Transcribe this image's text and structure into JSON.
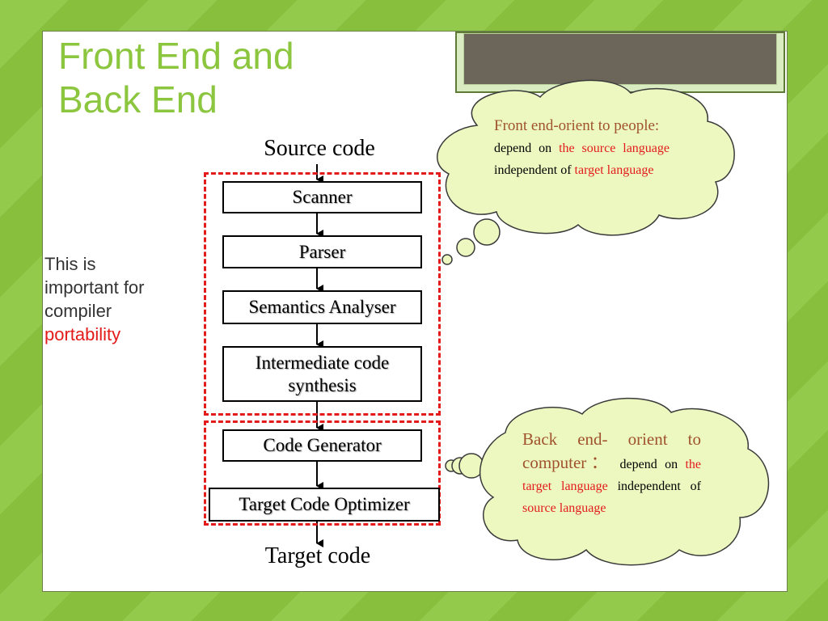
{
  "title": {
    "line1": "Front End and",
    "line2": "Back End"
  },
  "side_note": {
    "line1": "This is",
    "line2": "important for",
    "line3": "compiler",
    "line4": "portability"
  },
  "flow": {
    "source": "Source code",
    "target": "Target code",
    "front_end_steps": [
      "Scanner",
      "Parser",
      "Semantics Analyser",
      "Intermediate code synthesis"
    ],
    "back_end_steps": [
      "Code Generator",
      "Target Code Optimizer"
    ]
  },
  "cloud_front": {
    "heading": "Front end-orient to people:",
    "t1": "depend on",
    "t2": "the source language",
    "t3": "independent of",
    "t4": "target language"
  },
  "cloud_back": {
    "heading": "Back end- orient to computer：",
    "t1": "depend on",
    "t2": "the target language",
    "t3": "independent of",
    "t4": "source language"
  },
  "colors": {
    "accent_green": "#8cc63f",
    "dash_red": "#e31b1b",
    "cloud_fill": "#ecf8c0",
    "note_brown": "#a0522d"
  }
}
